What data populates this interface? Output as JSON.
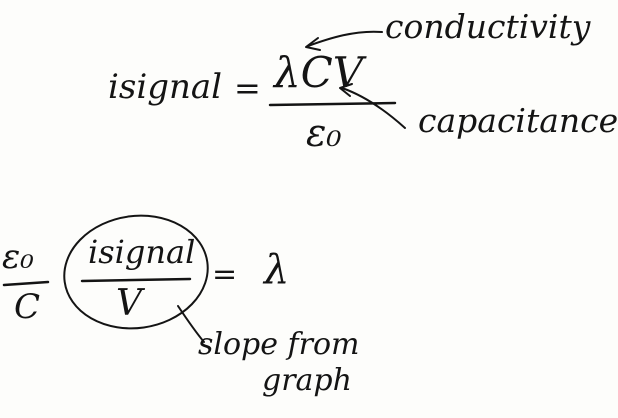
{
  "equation1": {
    "lhs": "isignal",
    "equals": "=",
    "numerator": "λCV",
    "denominator": "ε₀"
  },
  "annotations": {
    "conductivity": "conductivity",
    "capacitance": "capacitance",
    "slope": "slope from",
    "graph": "graph"
  },
  "equation2": {
    "epsilon_numerator": "ε₀",
    "c_denominator": "C",
    "ratio_numerator": "isignal",
    "ratio_denominator": "V",
    "equals": "=",
    "rhs": "λ"
  }
}
